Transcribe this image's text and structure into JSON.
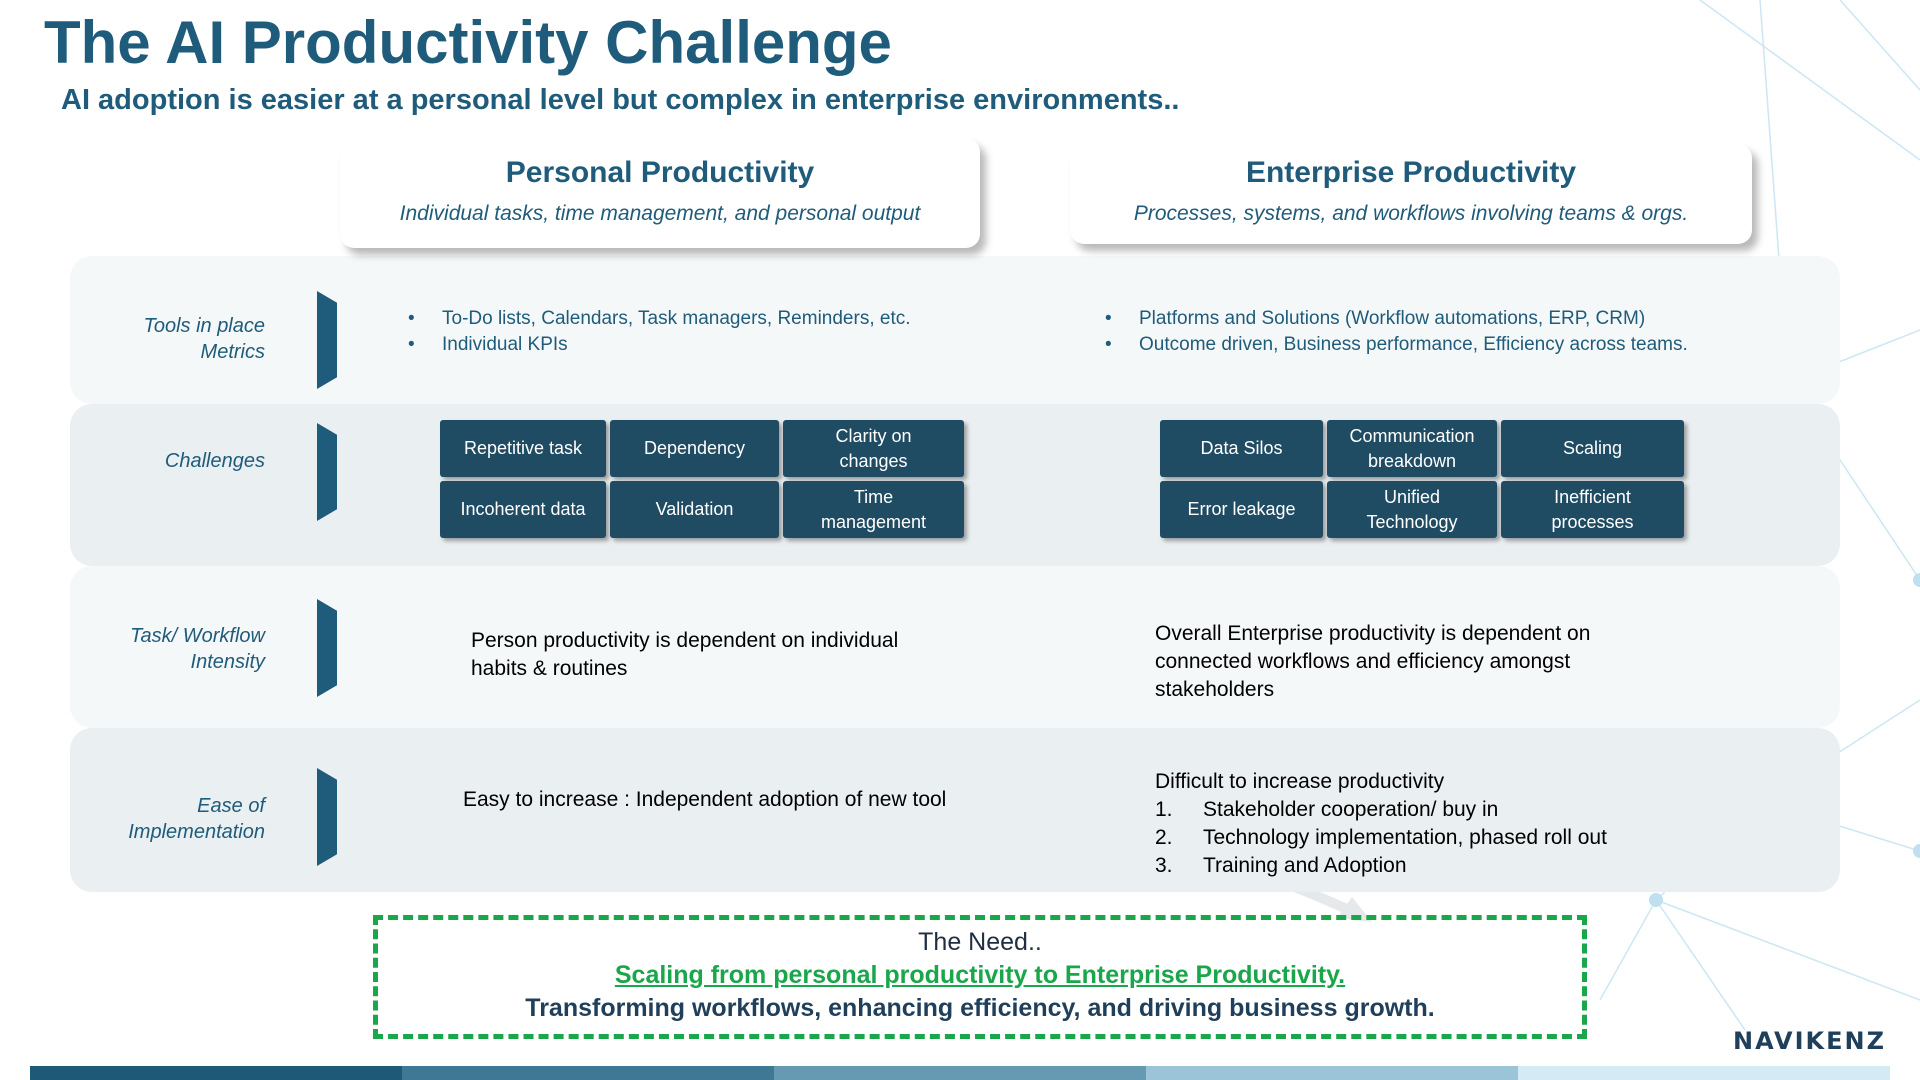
{
  "title": "The AI Productivity Challenge",
  "subtitle": "AI adoption is easier at a personal level but complex in enterprise environments..",
  "columns": {
    "personal": {
      "title": "Personal Productivity",
      "subtitle": "Individual tasks, time management, and personal output"
    },
    "enterprise": {
      "title": "Enterprise Productivity",
      "subtitle": "Processes, systems, and workflows involving teams & orgs."
    }
  },
  "rows": {
    "tools": {
      "label_line1": "Tools in place",
      "label_line2": "Metrics",
      "personal": [
        "To-Do lists, Calendars, Task managers, Reminders, etc.",
        "Individual KPIs"
      ],
      "enterprise": [
        "Platforms and Solutions (Workflow automations, ERP, CRM)",
        "Outcome driven, Business performance, Efficiency across teams."
      ]
    },
    "challenges": {
      "label": "Challenges",
      "personal": [
        "Repetitive task",
        "Dependency",
        "Clarity on changes",
        "Incoherent data",
        "Validation",
        "Time management"
      ],
      "enterprise": [
        "Data Silos",
        "Communication breakdown",
        "Scaling",
        "Error leakage",
        "Unified Technology",
        "Inefficient processes"
      ]
    },
    "intensity": {
      "label_line1": "Task/ Workflow",
      "label_line2": "Intensity",
      "personal": "Person productivity is dependent on individual habits & routines",
      "enterprise": "Overall Enterprise productivity is dependent on connected workflows and efficiency amongst stakeholders"
    },
    "ease": {
      "label_line1": "Ease of",
      "label_line2": "Implementation",
      "personal": "Easy to increase : Independent adoption of new tool",
      "enterprise_intro": "Difficult to increase productivity",
      "enterprise_steps": [
        {
          "num": "1.",
          "text": "Stakeholder cooperation/ buy in"
        },
        {
          "num": "2.",
          "text": "Technology implementation, phased roll out"
        },
        {
          "num": "3.",
          "text": "Training and Adoption"
        }
      ]
    }
  },
  "need": {
    "title": "The Need..",
    "link": "Scaling from personal productivity to Enterprise Productivity.",
    "tagline": "Transforming workflows, enhancing efficiency, and driving business growth."
  },
  "logo": "NAVIKENZ",
  "colors": {
    "primary": "#1f5b7a",
    "cell": "#1f4b63",
    "accent_green": "#1aa64a",
    "panel_light": "#f5f8f9",
    "panel_dark": "#eaeff2",
    "bar": [
      "#1e5a77",
      "#3f7894",
      "#6699b2",
      "#9cc4d8",
      "#d4eaf4"
    ]
  }
}
